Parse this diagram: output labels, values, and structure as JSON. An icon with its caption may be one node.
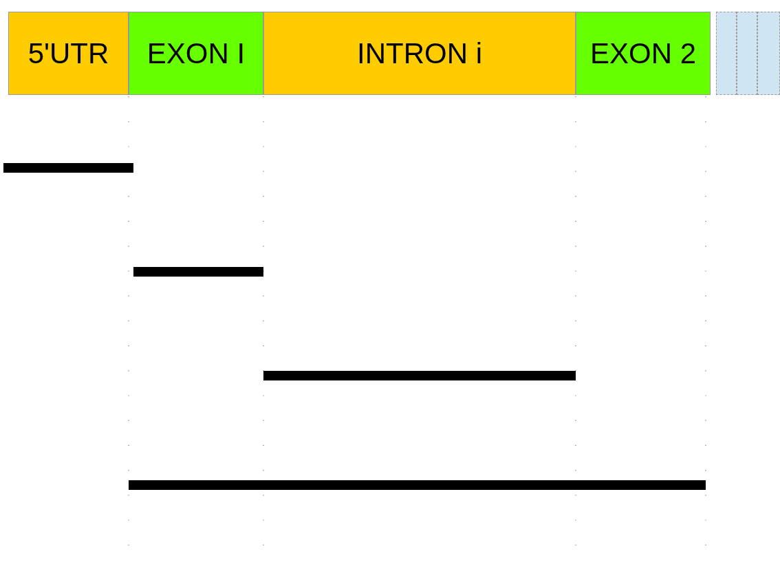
{
  "diagram": {
    "nodes": [
      {
        "text": [
          "5'UTR"
        ]
      },
      {
        "text": [
          "EXON I"
        ]
      },
      {
        "text": [
          "INTRON i"
        ]
      },
      {
        "text": [
          "EXON 2"
        ]
      },
      {
        "text": [],
        "shape": "box"
      },
      {
        "text": [],
        "shape": "box"
      },
      {
        "text": [],
        "shape": "box"
      },
      {
        "text": [],
        "shape": "bar"
      },
      {
        "text": [],
        "shape": "bar"
      },
      {
        "text": [],
        "shape": "bar"
      },
      {
        "text": [],
        "shape": "bar"
      }
    ]
  }
}
